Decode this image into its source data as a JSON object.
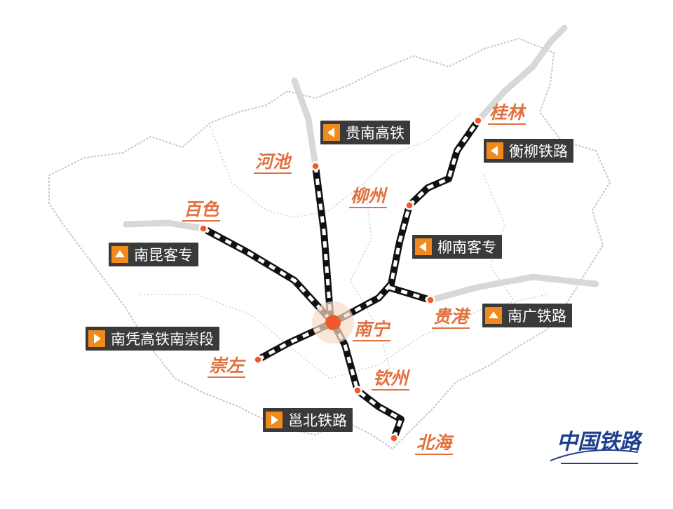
{
  "cities": {
    "nanning": "南宁",
    "guilin": "桂林",
    "hechi": "河池",
    "liuzhou": "柳州",
    "baise": "百色",
    "guigang": "贵港",
    "chongzuo": "崇左",
    "qinzhou": "钦州",
    "beihai": "北海"
  },
  "railways": [
    {
      "label": "贵南高铁",
      "icon": "triangle-left-icon"
    },
    {
      "label": "衡柳铁路",
      "icon": "triangle-left-icon"
    },
    {
      "label": "柳南客专",
      "icon": "triangle-left-icon"
    },
    {
      "label": "南广铁路",
      "icon": "triangle-up-icon"
    },
    {
      "label": "南昆客专",
      "icon": "triangle-up-icon"
    },
    {
      "label": "南凭高铁南崇段",
      "icon": "triangle-right-icon"
    },
    {
      "label": "邕北铁路",
      "icon": "triangle-right-icon"
    }
  ],
  "logo": "中国铁路",
  "colors": {
    "city": "#e2703f",
    "tag_bg": "#3a3a3a",
    "tag_icon": "#f08a1c",
    "hub": "#f05a28",
    "logo": "#1e3f8f"
  }
}
